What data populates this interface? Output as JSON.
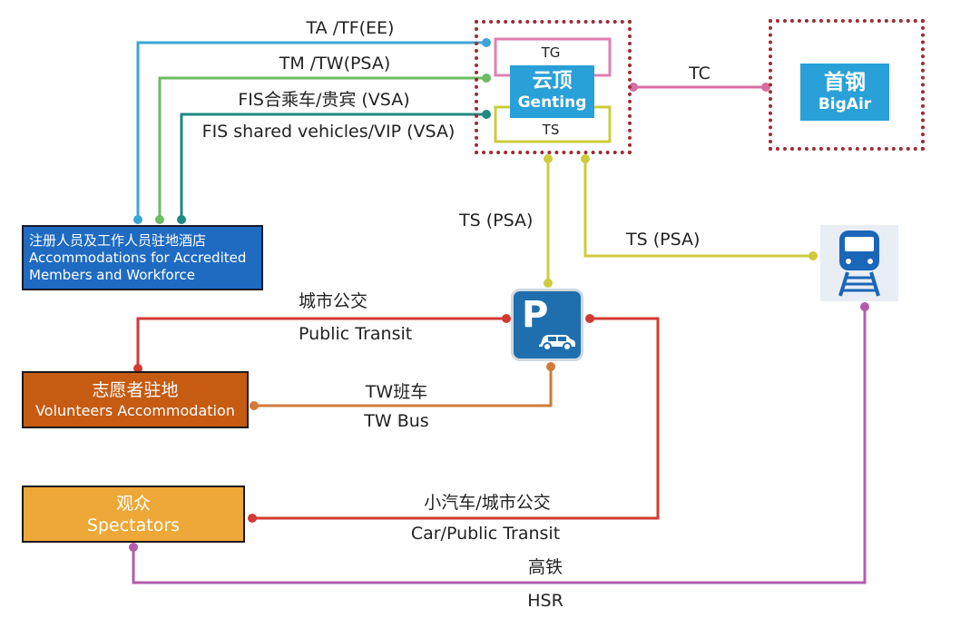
{
  "routes": {
    "ta": "TA /TF(EE)",
    "tm": "TM /TW(PSA)",
    "fis_cn": "FIS合乘车/贵宾 (VSA)",
    "fis_en": "FIS shared vehicles/VIP (VSA)",
    "tg": "TG",
    "ts_inner": "TS",
    "tc": "TC",
    "ts_psa_parking": "TS (PSA)",
    "ts_psa_rail": "TS (PSA)",
    "public_transit_cn": "城市公交",
    "public_transit_en": "Public Transit",
    "tw_bus_cn": "TW班车",
    "tw_bus_en": "TW Bus",
    "car_cn": "小汽车/城市公交",
    "car_en": "Car/Public Transit",
    "hsr_cn": "高铁",
    "hsr_en": "HSR"
  },
  "nodes": {
    "genting": {
      "cn": "云顶",
      "en": "Genting"
    },
    "bigair": {
      "cn": "首钢",
      "en": "BigAir"
    },
    "accommodations": {
      "cn": "注册人员及工作人员驻地酒店",
      "en1": "Accommodations for Accredited",
      "en2": "Members and Workforce"
    },
    "volunteers": {
      "cn": "志愿者驻地",
      "en": "Volunteers Accommodation"
    },
    "spectators": {
      "cn": "观众",
      "en": "Spectators"
    },
    "parking": {
      "letter": "P"
    }
  },
  "colors": {
    "ta": "#3aa6d6",
    "tm": "#6dbb63",
    "fis": "#1e8a80",
    "tg": "#e07fb0",
    "ts": "#cccc3c",
    "tc": "#d76fa0",
    "public_transit": "#d23a32",
    "tw_bus": "#d17a38",
    "hsr": "#b35cad",
    "genting_box": "#2aa0d8",
    "bigair_box": "#2aa0d8",
    "accommodations_box": "#1f6bc2",
    "volunteers_box": "#c65b12",
    "spectators_box": "#eda838",
    "parking_box": "#1f6fae",
    "venue_border": "#9b2b36"
  }
}
